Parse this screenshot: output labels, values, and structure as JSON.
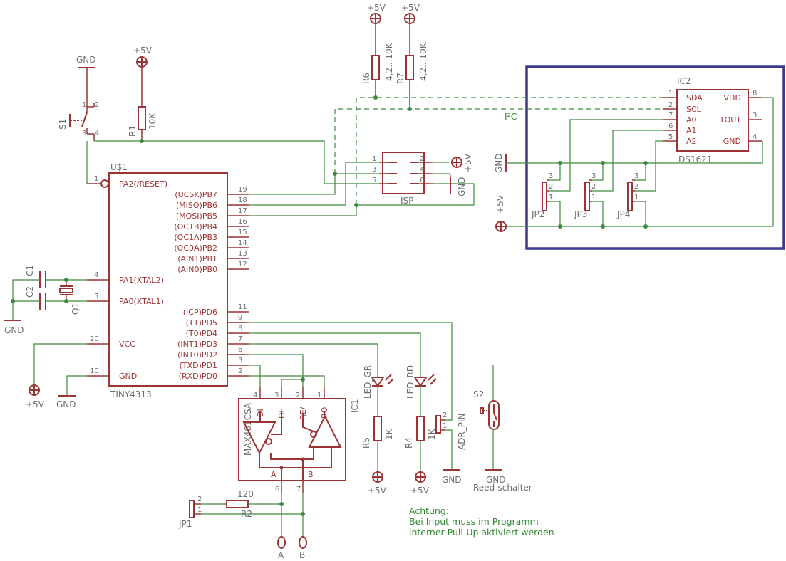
{
  "supply": {
    "plus5v": "+5V",
    "gnd": "GND"
  },
  "s1": {
    "name": "S1",
    "p1": "1",
    "p2": "2",
    "p3": "3",
    "p4": "4"
  },
  "r1": {
    "name": "R1",
    "value": "10K"
  },
  "r6": {
    "name": "R6",
    "value": "4,2...10K"
  },
  "r7": {
    "name": "R7",
    "value": "4,2...10K"
  },
  "i2c_label": "I²C",
  "mcu": {
    "name": "U$1",
    "part": "TINY4313",
    "left_pins": [
      {
        "num": "1",
        "label": "PA2(/RESET)"
      },
      {
        "num": "4",
        "label": "PA1(XTAL2)"
      },
      {
        "num": "5",
        "label": "PA0(XTAL1)"
      },
      {
        "num": "20",
        "label": "VCC"
      },
      {
        "num": "10",
        "label": "GND"
      }
    ],
    "right_pins": [
      {
        "num": "19",
        "label": "(UCSK)PB7"
      },
      {
        "num": "18",
        "label": "(MISO)PB6"
      },
      {
        "num": "17",
        "label": "(MOSI)PB5"
      },
      {
        "num": "16",
        "label": "(OC1B)PB4"
      },
      {
        "num": "15",
        "label": "(OC1A)PB3"
      },
      {
        "num": "14",
        "label": "(OC0A)PB2"
      },
      {
        "num": "13",
        "label": "(AIN1)PB1"
      },
      {
        "num": "12",
        "label": "(AIN0)PB0"
      },
      {
        "num": "11",
        "label": "(ICP)PD6"
      },
      {
        "num": "9",
        "label": "(T1)PD5"
      },
      {
        "num": "8",
        "label": "(T0)PD4"
      },
      {
        "num": "7",
        "label": "(INT1)PD3"
      },
      {
        "num": "6",
        "label": "(INT0)PD2"
      },
      {
        "num": "3",
        "label": "(TXD)PD1"
      },
      {
        "num": "2",
        "label": "(RXD)PD0"
      }
    ]
  },
  "isp": {
    "name": "ISP",
    "pins": [
      "1",
      "2",
      "3",
      "4",
      "5",
      "6"
    ]
  },
  "ic2": {
    "name": "IC2",
    "part": "DS1621",
    "pins_left": [
      {
        "num": "1",
        "label": "SDA"
      },
      {
        "num": "2",
        "label": "SCL"
      },
      {
        "num": "7",
        "label": "A0"
      },
      {
        "num": "6",
        "label": "A1"
      },
      {
        "num": "5",
        "label": "A2"
      }
    ],
    "pins_right": [
      {
        "num": "8",
        "label": "VDD"
      },
      {
        "num": "3",
        "label": "TOUT"
      },
      {
        "num": "4",
        "label": "GND"
      }
    ]
  },
  "jumpers": {
    "jp2": "JP2",
    "jp3": "JP3",
    "jp4": "JP4",
    "jp1": "JP1",
    "adr": "ADR_PIN"
  },
  "pin_numbers": {
    "n1": "1",
    "n2": "2",
    "n3": "3"
  },
  "c1": "C1",
  "c2": "C2",
  "q1": "Q1",
  "ic1": {
    "name": "IC1",
    "part": "MAX481CSA",
    "pins": [
      {
        "num": "4",
        "label": "DI"
      },
      {
        "num": "3",
        "label": "DE"
      },
      {
        "num": "2",
        "label": "RE/"
      },
      {
        "num": "1",
        "label": "RO"
      },
      {
        "num": "6",
        "label": "A"
      },
      {
        "num": "7",
        "label": "B"
      }
    ]
  },
  "led_gr": "LED_GR",
  "led_rd": "LED_RD",
  "r5": {
    "name": "R5",
    "value": "1K"
  },
  "r4": {
    "name": "R4",
    "value": "1K"
  },
  "r2": {
    "name": "R2",
    "value": "120"
  },
  "s2": {
    "name": "S2",
    "desc": "Reed-schalter"
  },
  "bus": {
    "a": "A",
    "b": "B"
  },
  "note": {
    "line1": "Achtung:",
    "line2": "Bei Input muss im Programm",
    "line3": "interner Pull-Up aktiviert werden"
  },
  "colors": {
    "part": "#9c3434",
    "wire": "#3d8a3d",
    "frame": "#3a3a8c",
    "label": "#6e6e6e"
  }
}
